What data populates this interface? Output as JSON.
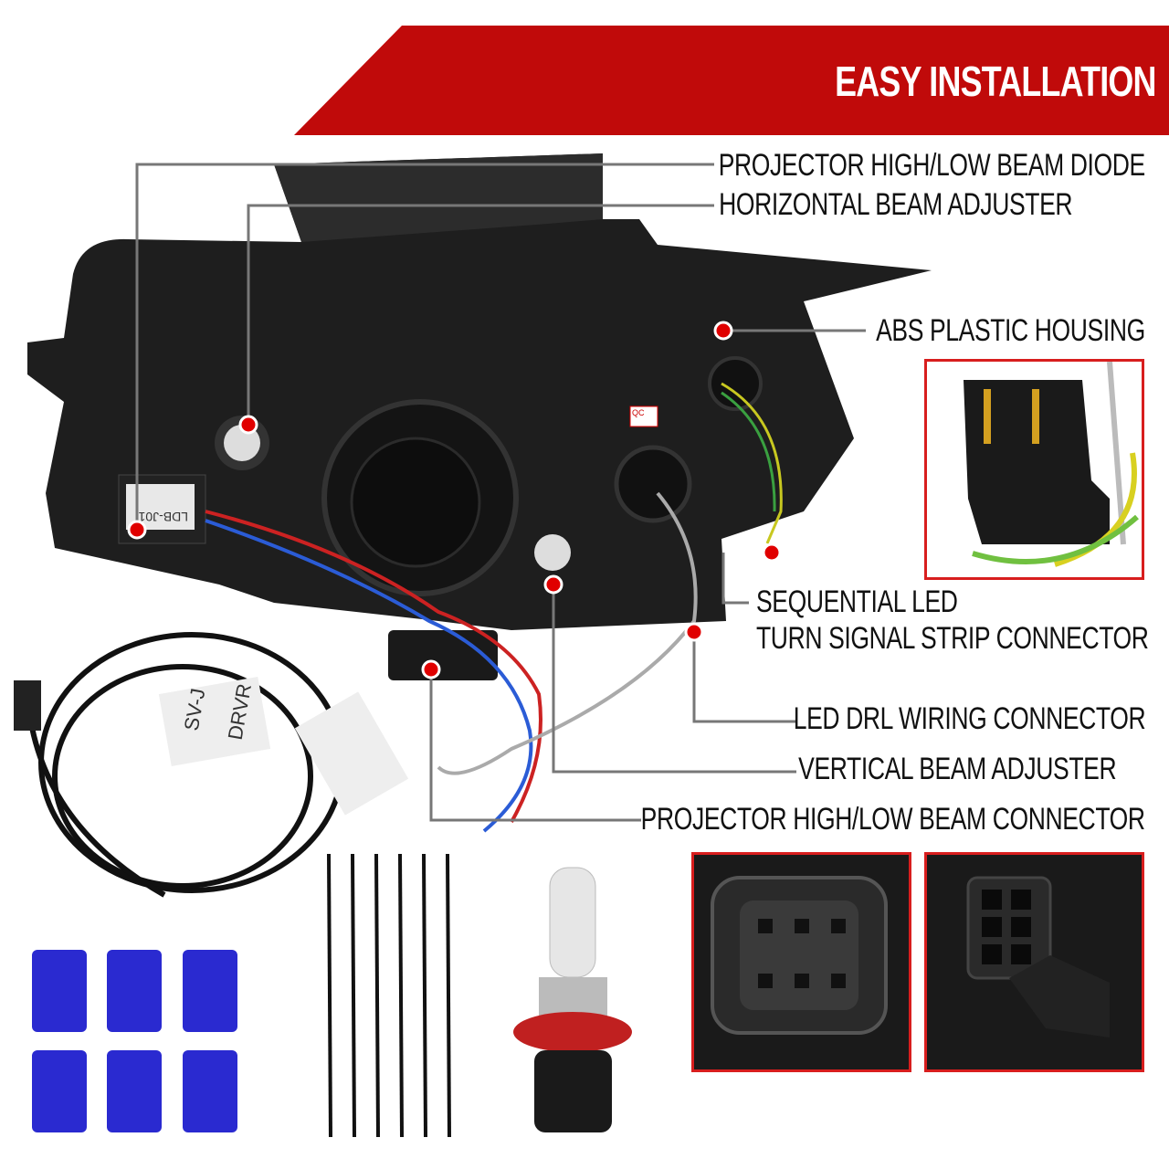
{
  "banner": {
    "title": "EASY INSTALLATION",
    "color": "#c00a0a"
  },
  "callouts": [
    {
      "id": "projector-diode",
      "label": "PROJECTOR HIGH/LOW BEAM DIODE"
    },
    {
      "id": "horizontal-adjuster",
      "label": "HORIZONTAL BEAM ADJUSTER"
    },
    {
      "id": "abs-housing",
      "label": "ABS PLASTIC HOUSING"
    },
    {
      "id": "sequential-led",
      "label_line1": "SEQUENTIAL LED",
      "label_line2": "TURN SIGNAL STRIP CONNECTOR"
    },
    {
      "id": "drl-connector",
      "label": "LED DRL WIRING CONNECTOR"
    },
    {
      "id": "vertical-adjuster",
      "label": "VERTICAL BEAM ADJUSTER"
    },
    {
      "id": "projector-connector",
      "label": "PROJECTOR HIGH/LOW BEAM CONNECTOR"
    }
  ],
  "colors": {
    "accent_red": "#d81e1e",
    "dot_red": "#e00000",
    "housing": "#1e1e1e",
    "tap_blue": "#2a2ad0"
  },
  "product_stickers": {
    "qc": "QC",
    "harness_tag": "SV-J",
    "harness_tag2": "DRVR",
    "module_label": "LDB-J01"
  }
}
